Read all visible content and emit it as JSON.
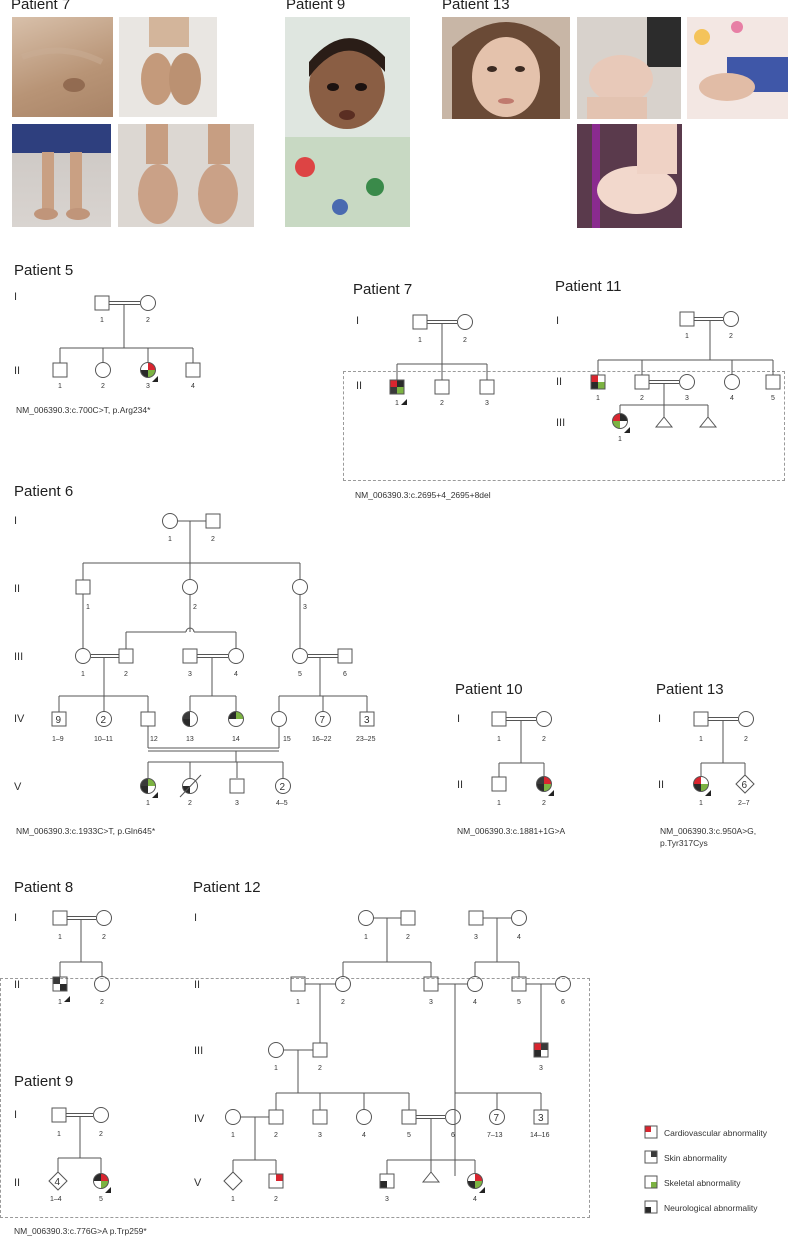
{
  "photo_panel": {
    "patient_7": {
      "label": "Patient 7"
    },
    "patient_9": {
      "label": "Patient 9"
    },
    "patient_13": {
      "label": "Patient 13"
    }
  },
  "pedigrees": {
    "patient_5": {
      "title": "Patient 5",
      "generations": [
        "I",
        "II"
      ],
      "gen_I": {
        "ids": [
          "1",
          "2"
        ]
      },
      "gen_II": {
        "ids": [
          "1",
          "2",
          "3",
          "4"
        ]
      },
      "variant": "NM_006390.3:c.700C>T, p.Arg234*"
    },
    "patient_7": {
      "title": "Patient 7",
      "generations": [
        "I",
        "II"
      ],
      "gen_I": {
        "ids": [
          "1",
          "2"
        ]
      },
      "gen_II": {
        "ids": [
          "1",
          "2",
          "3"
        ]
      }
    },
    "patient_11": {
      "title": "Patient 11",
      "generations": [
        "I",
        "II",
        "III"
      ],
      "gen_I": {
        "ids": [
          "1",
          "2"
        ]
      },
      "gen_II": {
        "ids": [
          "1",
          "2",
          "3",
          "4",
          "5"
        ]
      },
      "gen_III": {
        "ids": [
          "1"
        ]
      }
    },
    "shared_variant_7_11": "NM_006390.3:c.2695+4_2695+8del",
    "patient_6": {
      "title": "Patient 6",
      "generations": [
        "I",
        "II",
        "III",
        "IV",
        "V"
      ],
      "gen_I": {
        "ids": [
          "1",
          "2"
        ]
      },
      "gen_II": {
        "ids": [
          "1",
          "2",
          "3"
        ]
      },
      "gen_III": {
        "ids": [
          "1",
          "2",
          "3",
          "4",
          "5",
          "6"
        ]
      },
      "gen_IV": {
        "ids": [
          "1–9",
          "10–11",
          "12",
          "13",
          "14",
          "15",
          "16–22",
          "23–25"
        ],
        "counts": [
          "9",
          "2",
          "7",
          "3"
        ]
      },
      "gen_V": {
        "ids": [
          "1",
          "2",
          "3",
          "4–5"
        ],
        "counts": [
          "2"
        ]
      },
      "variant": "NM_006390.3:c.1933C>T, p.Gln645*"
    },
    "patient_10": {
      "title": "Patient 10",
      "generations": [
        "I",
        "II"
      ],
      "gen_I": {
        "ids": [
          "1",
          "2"
        ]
      },
      "gen_II": {
        "ids": [
          "1",
          "2"
        ]
      },
      "variant": "NM_006390.3:c.1881+1G>A"
    },
    "patient_13": {
      "title": "Patient 13",
      "generations": [
        "I",
        "II"
      ],
      "gen_I": {
        "ids": [
          "1",
          "2"
        ]
      },
      "gen_II": {
        "ids": [
          "1",
          "2–7"
        ],
        "counts": [
          "6"
        ]
      },
      "variant_line1": "NM_006390.3:c.950A>G,",
      "variant_line2": "p.Tyr317Cys"
    },
    "patient_8": {
      "title": "Patient 8",
      "generations": [
        "I",
        "II"
      ],
      "gen_I": {
        "ids": [
          "1",
          "2"
        ]
      },
      "gen_II": {
        "ids": [
          "1",
          "2"
        ]
      }
    },
    "patient_9": {
      "title": "Patient 9",
      "generations": [
        "I",
        "II"
      ],
      "gen_I": {
        "ids": [
          "1",
          "2"
        ]
      },
      "gen_II": {
        "ids": [
          "1–4",
          "5"
        ],
        "counts": [
          "4"
        ]
      }
    },
    "shared_variant_8_9_12": "NM_006390.3:c.776G>A p.Trp259*",
    "patient_12": {
      "title": "Patient 12",
      "generations": [
        "I",
        "II",
        "III",
        "IV",
        "V"
      ],
      "gen_I": {
        "ids": [
          "1",
          "2",
          "3",
          "4"
        ]
      },
      "gen_II": {
        "ids": [
          "1",
          "2",
          "3",
          "4",
          "5",
          "6"
        ]
      },
      "gen_III": {
        "ids": [
          "1",
          "2",
          "3"
        ]
      },
      "gen_IV": {
        "ids": [
          "1",
          "2",
          "3",
          "4",
          "5",
          "6",
          "7–13",
          "14–16"
        ],
        "counts": [
          "7",
          "3"
        ]
      },
      "gen_V": {
        "ids": [
          "1",
          "2",
          "3",
          "4"
        ]
      }
    }
  },
  "legend": {
    "items": [
      {
        "label": "Cardiovascular abnormality",
        "color": "#d9252f"
      },
      {
        "label": "Skin abnormality",
        "color": "#3a3a3a"
      },
      {
        "label": "Skeletal abnormality",
        "color": "#7cb342"
      },
      {
        "label": "Neurological abnormality",
        "color": "#2a2a2a"
      }
    ]
  },
  "colors": {
    "cardiovascular": "#d9252f",
    "skin": "#3a3a3a",
    "skeletal": "#7cb342",
    "neurological": "#2a2a2a",
    "line": "#555555",
    "proband_arrow": "#222222"
  }
}
